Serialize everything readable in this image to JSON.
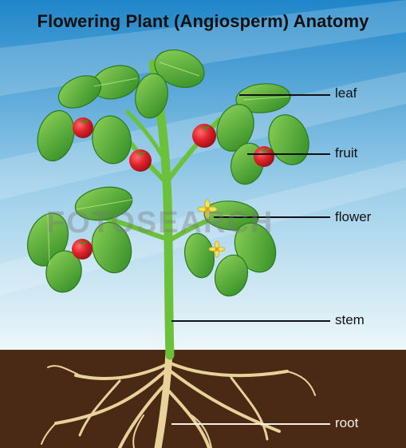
{
  "title": "Flowering Plant (Angiosperm) Anatomy",
  "labels": {
    "leaf": "leaf",
    "fruit": "fruit",
    "flower": "flower",
    "stem": "stem",
    "root": "root"
  },
  "watermark": "FOTOSEARCH",
  "colors": {
    "sky_top": "#1f86c9",
    "sky_bottom": "#e6f3f8",
    "soil": "#4a2a14",
    "leaf": "#4fae2d",
    "stem": "#6cc13a",
    "fruit": "#d8202a",
    "flower": "#f6e25a",
    "root": "#e7d39a"
  }
}
